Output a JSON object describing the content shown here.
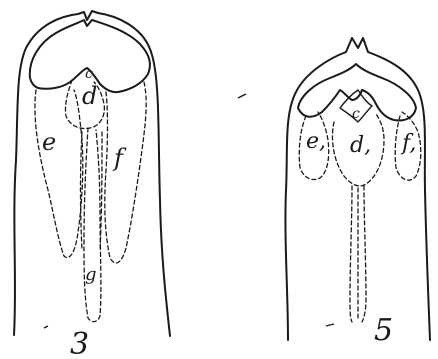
{
  "figures": [
    {
      "number": "3",
      "labels": {
        "c": "c",
        "d": "d",
        "e": "e",
        "f": "f",
        "g": "g"
      }
    },
    {
      "number": "5",
      "labels": {
        "c": "c",
        "d": "d,",
        "e": "e,",
        "f": "f,"
      }
    }
  ]
}
